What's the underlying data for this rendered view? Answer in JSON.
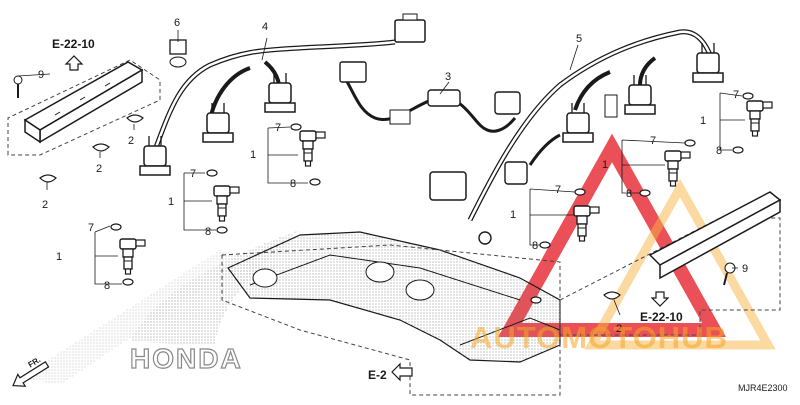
{
  "callouts": [
    "1",
    "2",
    "3",
    "4",
    "5",
    "6",
    "7",
    "8",
    "9"
  ],
  "refs": {
    "top_left": "E-22-10",
    "bottom_right": "E-22-10",
    "bottom_center": "E-2"
  },
  "front_label": "FR.",
  "brand_wordmark": "HONDA",
  "watermark": "AUTOMOTOHUB",
  "diagram_code": "MJR4E2300",
  "colors": {
    "line": "#1a1a1a",
    "dash": "#444444",
    "watermark_red": "#e8323c",
    "watermark_orange": "#f5a623",
    "watermark_gray": "#555555",
    "dot_shading": "#777777"
  }
}
